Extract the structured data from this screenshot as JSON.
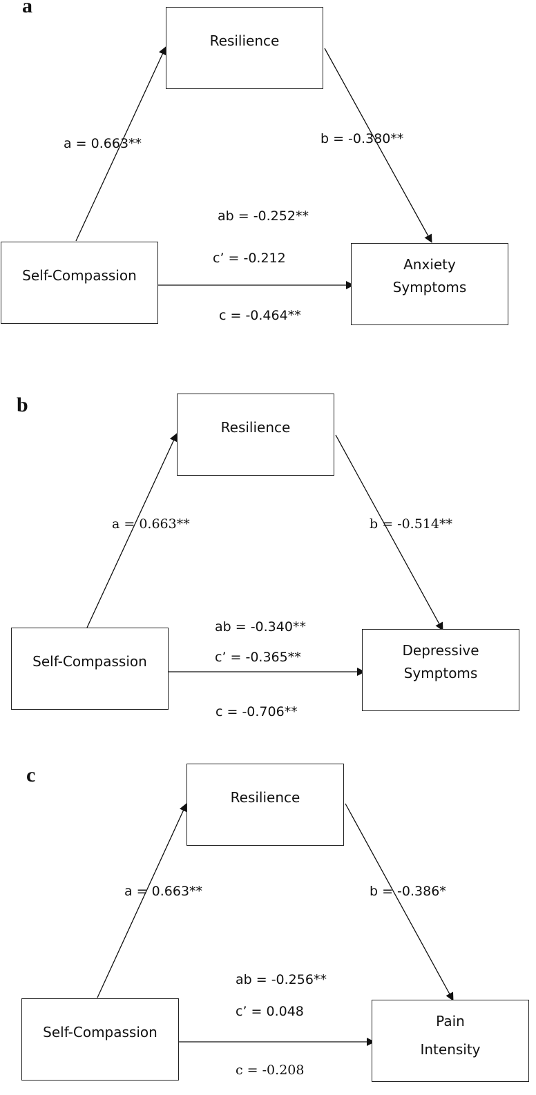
{
  "panels": [
    {
      "letter": "a",
      "mediator": "Resilience",
      "predictor": "Self-Compassion",
      "outcome_lines": [
        "Anxiety",
        "Symptoms"
      ],
      "path_a": "a = 0.663**",
      "path_b": "b = -0.380**",
      "path_ab": "ab = -0.252**",
      "path_c_prime": "c’ = -0.212",
      "path_c": "c = -0.464**"
    },
    {
      "letter": "b",
      "mediator": "Resilience",
      "predictor": "Self-Compassion",
      "outcome_lines": [
        "Depressive",
        "Symptoms"
      ],
      "path_a": "a = 0.663**",
      "path_b": "b = -0.514**",
      "path_ab": "ab = -0.340**",
      "path_c_prime": "c’ = -0.365**",
      "path_c": "c = -0.706**"
    },
    {
      "letter": "c",
      "mediator": "Resilience",
      "predictor": "Self-Compassion",
      "outcome_lines": [
        "Pain",
        "Intensity"
      ],
      "path_a": "a = 0.663**",
      "path_b": "b = -0.386*",
      "path_ab": "ab = -0.256**",
      "path_c_prime": "c’ = 0.048",
      "path_c": "c = -0.208"
    }
  ]
}
